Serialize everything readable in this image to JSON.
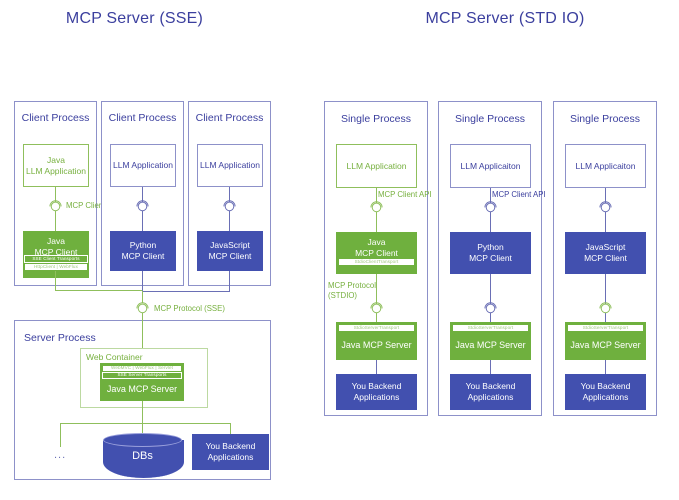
{
  "titles": {
    "sse": "MCP Server (SSE)",
    "stdio": "MCP Server (STD IO)"
  },
  "colors": {
    "title_blue": "#3b3f9e",
    "fill_green": "#6fb03e",
    "fill_blue": "#4250af",
    "outline_green": "#8fbf5c",
    "outline_blue": "#8d91c9",
    "line_green": "#8fbf5c",
    "line_blue": "#6a6fb5"
  },
  "sse_panel": {
    "client_processes": [
      {
        "label": "Client Process",
        "app": "Java\nLLM Application",
        "app_style": "outline-green",
        "api_label": "MCP Client API",
        "api_label_color": "green",
        "client": "Java\nMCP Client",
        "client_style": "fill-green",
        "transport_strips": [
          {
            "text": "SSE Client Transports",
            "style": "green-on-green"
          },
          {
            "text": "HttpClient | WebFlux",
            "style": "white-on-green"
          }
        ]
      },
      {
        "label": "Client Process",
        "app": "LLM Application",
        "app_style": "outline-blue",
        "api_label": "",
        "client": "Python\nMCP Client",
        "client_style": "fill-blue",
        "transport_strips": []
      },
      {
        "label": "Client Process",
        "app": "LLM Application",
        "app_style": "outline-blue",
        "api_label": "",
        "client": "JavaScript\nMCP Client",
        "client_style": "fill-blue",
        "transport_strips": []
      }
    ],
    "protocol_label": "MCP Protocol (SSE)",
    "server_process": {
      "label": "Server Process",
      "web_container_label": "Web Container",
      "server": "Java MCP Server",
      "server_style": "fill-green",
      "transport_strips": [
        {
          "text": "WebMVC | WebFlux | Servlet",
          "style": "white-on-green"
        },
        {
          "text": "SSE Server Transports",
          "style": "green-on-green"
        }
      ],
      "backends": {
        "ellipsis": "...",
        "db_label": "DBs",
        "backend_label": "You Backend\nApplications"
      }
    }
  },
  "stdio_panel": {
    "single_processes": [
      {
        "label": "Single Process",
        "app": "LLM Application",
        "app_style": "outline-green",
        "api_label": "MCP Client API",
        "api_label_color": "green",
        "client": "Java\nMCP Client",
        "client_style": "fill-green",
        "client_transport": {
          "text": "StdioClientTransport",
          "style": "white-on-green"
        },
        "protocol_label": "MCP Protocol\n(STDIO)",
        "protocol_label_color": "green",
        "server_transport": {
          "text": "StdioServerTransport",
          "style": "white-on-green"
        },
        "server": "Java MCP Server",
        "server_style": "fill-green",
        "backend": "You Backend\nApplications"
      },
      {
        "label": "Single Process",
        "app": "LLM Applicaiton",
        "app_style": "outline-blue",
        "api_label": "MCP Client API",
        "api_label_color": "blue",
        "client": "Python\nMCP Client",
        "client_style": "fill-blue",
        "client_transport": null,
        "protocol_label": "",
        "server_transport": {
          "text": "StdioServerTransport",
          "style": "white-on-green"
        },
        "server": "Java MCP Server",
        "server_style": "fill-green",
        "backend": "You Backend\nApplications"
      },
      {
        "label": "Single Process",
        "app": "LLM Applicaiton",
        "app_style": "outline-blue",
        "api_label": "",
        "client": "JavaScript\nMCP Client",
        "client_style": "fill-blue",
        "client_transport": null,
        "protocol_label": "",
        "server_transport": {
          "text": "StdioServerTransport",
          "style": "white-on-green"
        },
        "server": "Java MCP Server",
        "server_style": "fill-green",
        "backend": "You Backend\nApplications"
      }
    ]
  }
}
